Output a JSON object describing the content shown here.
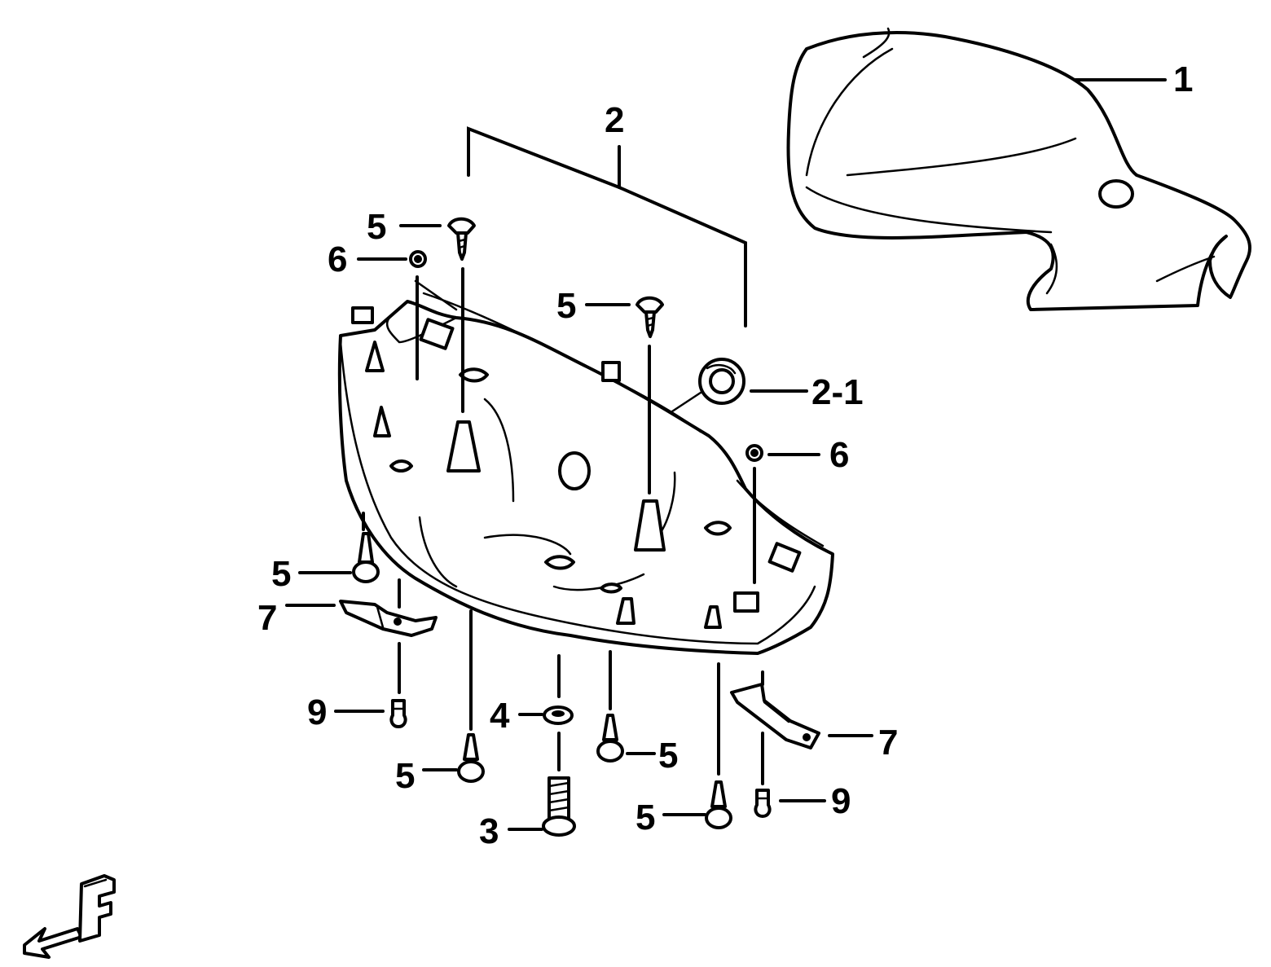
{
  "callouts": {
    "c1": "1",
    "c2": "2",
    "c2_1": "2-1",
    "c3": "3",
    "c4": "4",
    "c5": "5",
    "c6": "6",
    "c7": "7",
    "c9": "9"
  },
  "colors": {
    "ink": "#000000",
    "paper": "#ffffff"
  },
  "icons": {
    "direction_marker": "front-direction-f-arrow-icon"
  }
}
